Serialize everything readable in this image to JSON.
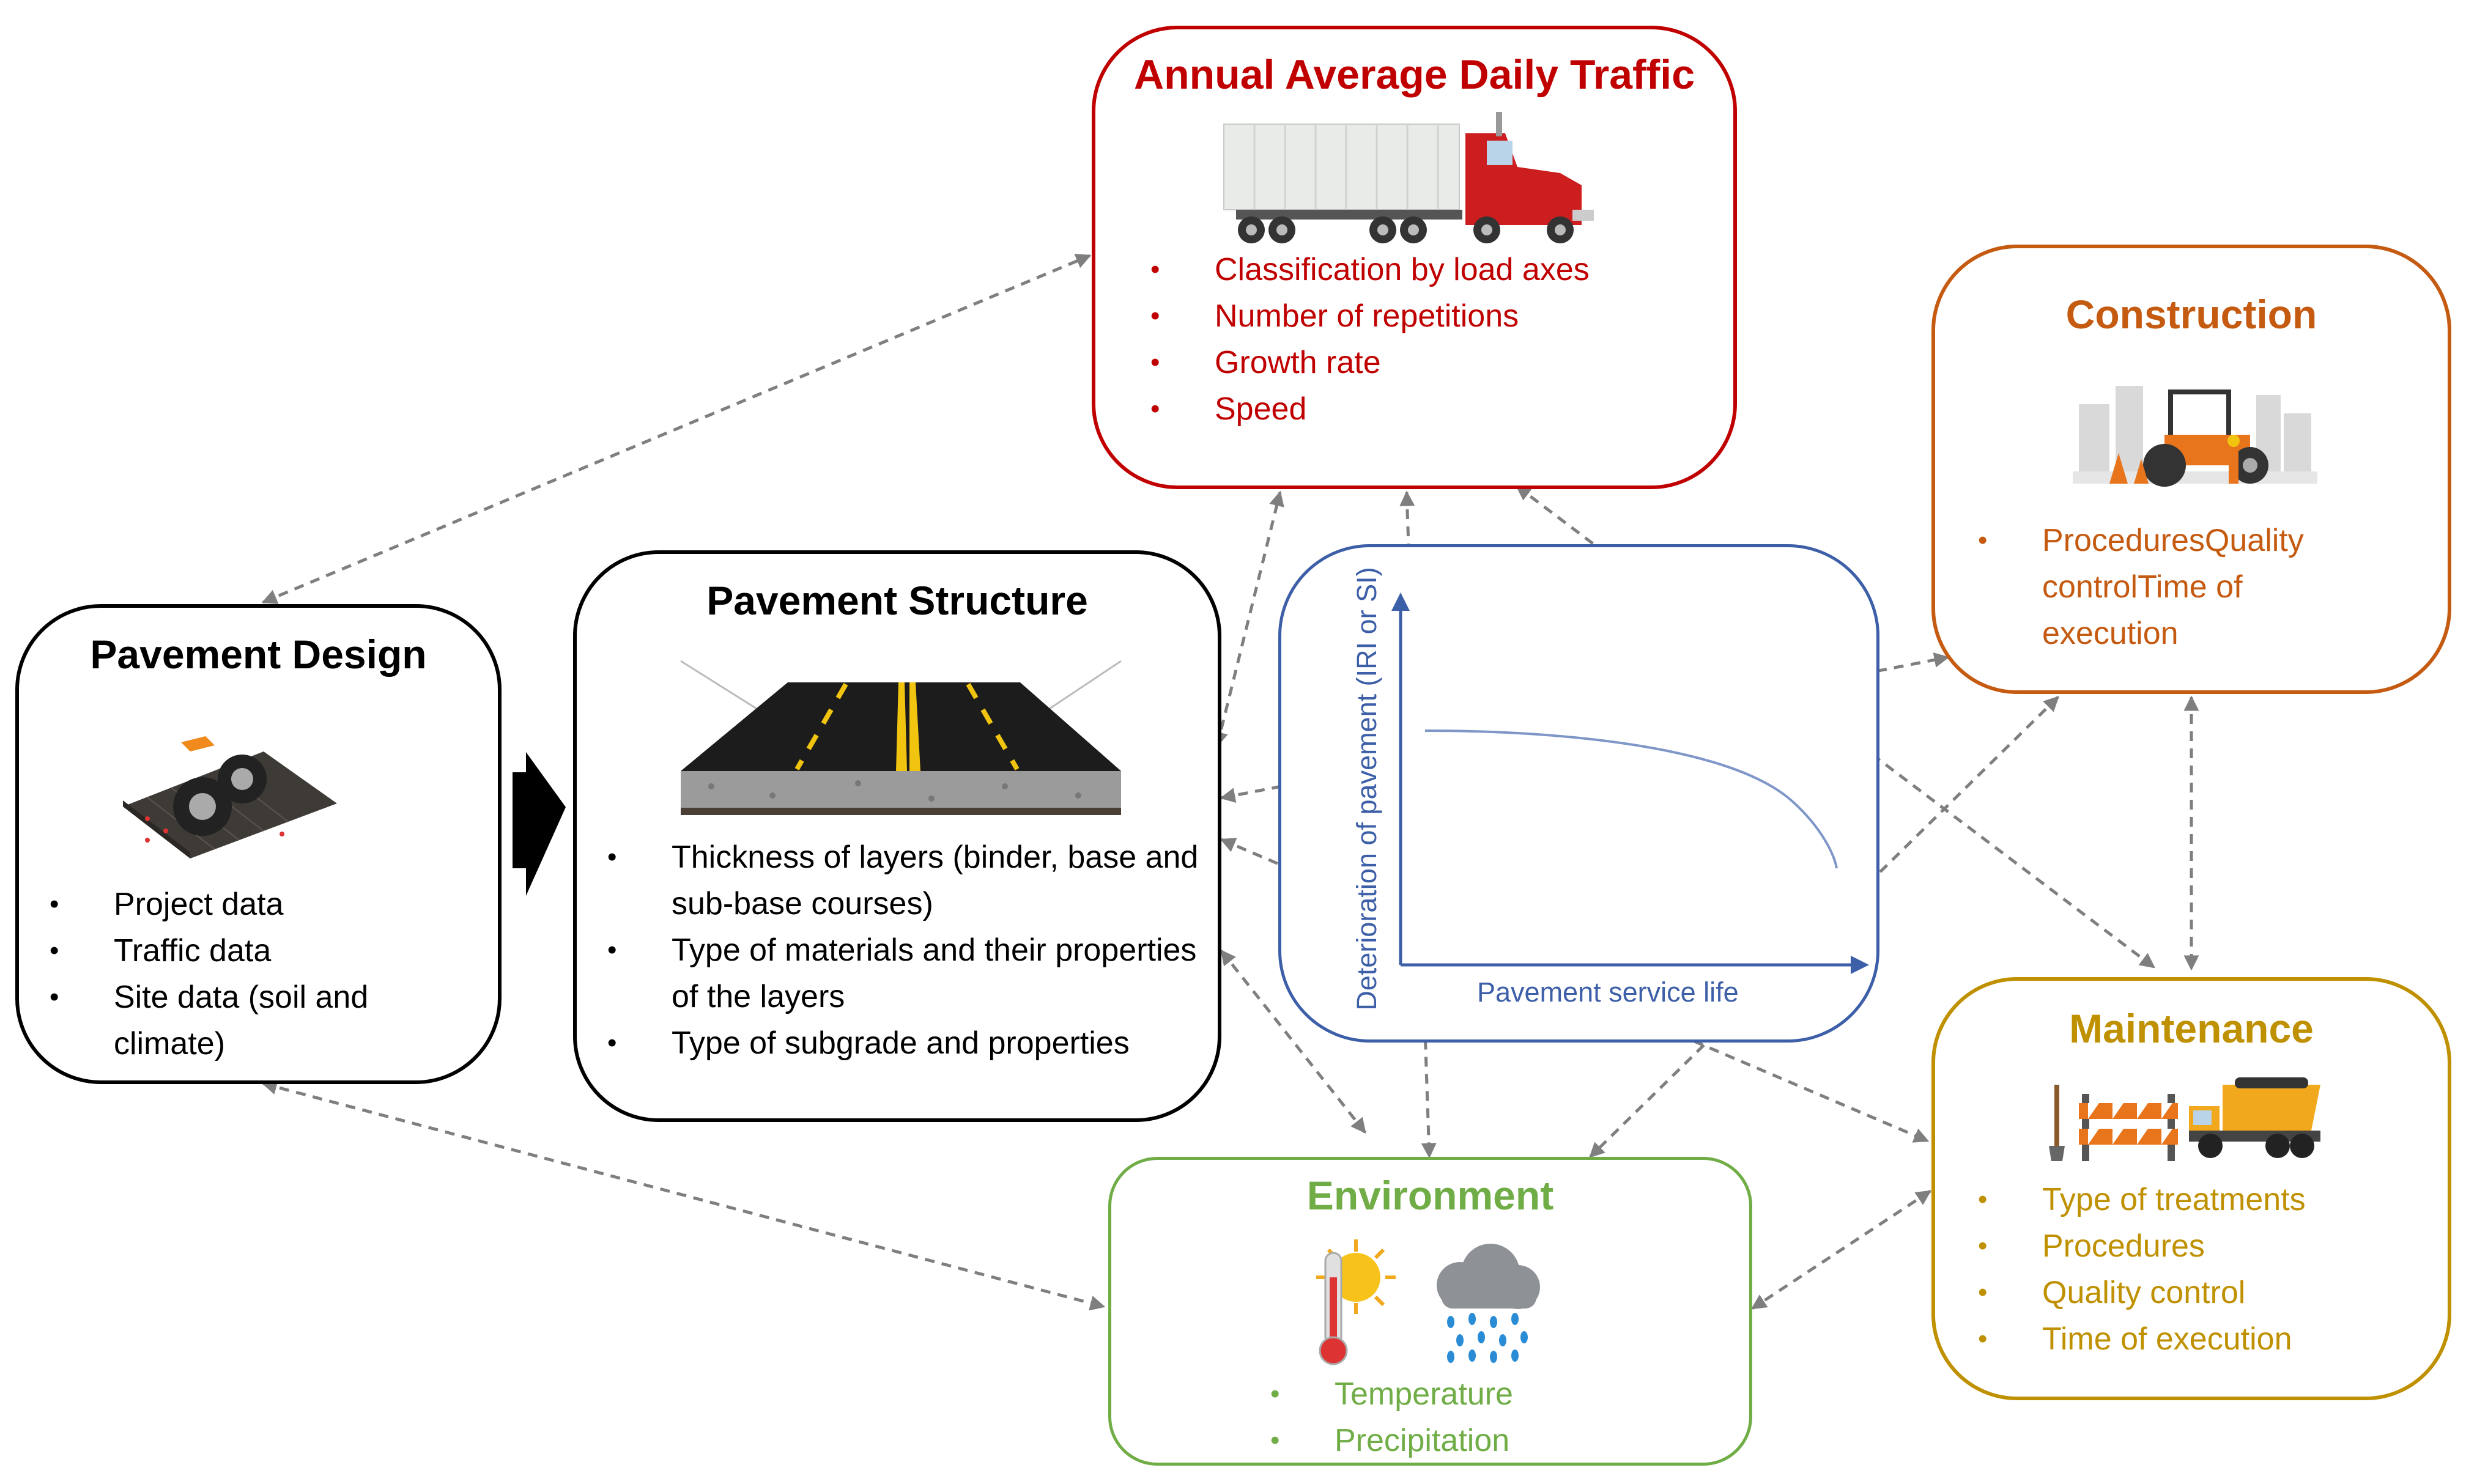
{
  "colors": {
    "traffic": "#c00000",
    "construction": "#c55a11",
    "maintenance": "#bf9000",
    "environment": "#70ad47",
    "design": "#000000",
    "structure": "#000000",
    "curve": "#3d5fa8",
    "connector": "#808080"
  },
  "traffic": {
    "title": "Annual Average Daily Traffic",
    "icon": "truck-icon",
    "items": [
      "Classification by load axes",
      "Number of repetitions",
      "Growth rate",
      "Speed"
    ]
  },
  "construction": {
    "title": "Construction",
    "icon": "road-roller-construction-icon",
    "items": [
      "ProceduresQuality controlTime of execution"
    ]
  },
  "design": {
    "title": "Pavement Design",
    "icon": "wheel-load-test-icon",
    "items": [
      "Project data",
      "Traffic data",
      "Site data (soil and climate)"
    ]
  },
  "structure": {
    "title": "Pavement Structure",
    "icon": "asphalt-road-cross-section-icon",
    "items": [
      "Thickness of layers (binder, base and sub-base courses)",
      "Type of materials and their properties of the layers",
      "Type of subgrade and properties"
    ]
  },
  "deterioration": {
    "ylabel": "Deterioration of pavement (IRI or SI)",
    "xlabel": "Pavement service life"
  },
  "maintenance": {
    "title": "Maintenance",
    "icons": [
      "road-barrier-shovel-icon",
      "dump-truck-icon"
    ],
    "items": [
      "Type of treatments",
      "Procedures",
      "Quality control",
      "Time of execution"
    ]
  },
  "environment": {
    "title": "Environment",
    "icons": [
      "sun-thermometer-icon",
      "rain-cloud-icon"
    ],
    "items": [
      "Temperature",
      "Precipitation"
    ]
  },
  "flow_arrow": "right-arrow-icon"
}
